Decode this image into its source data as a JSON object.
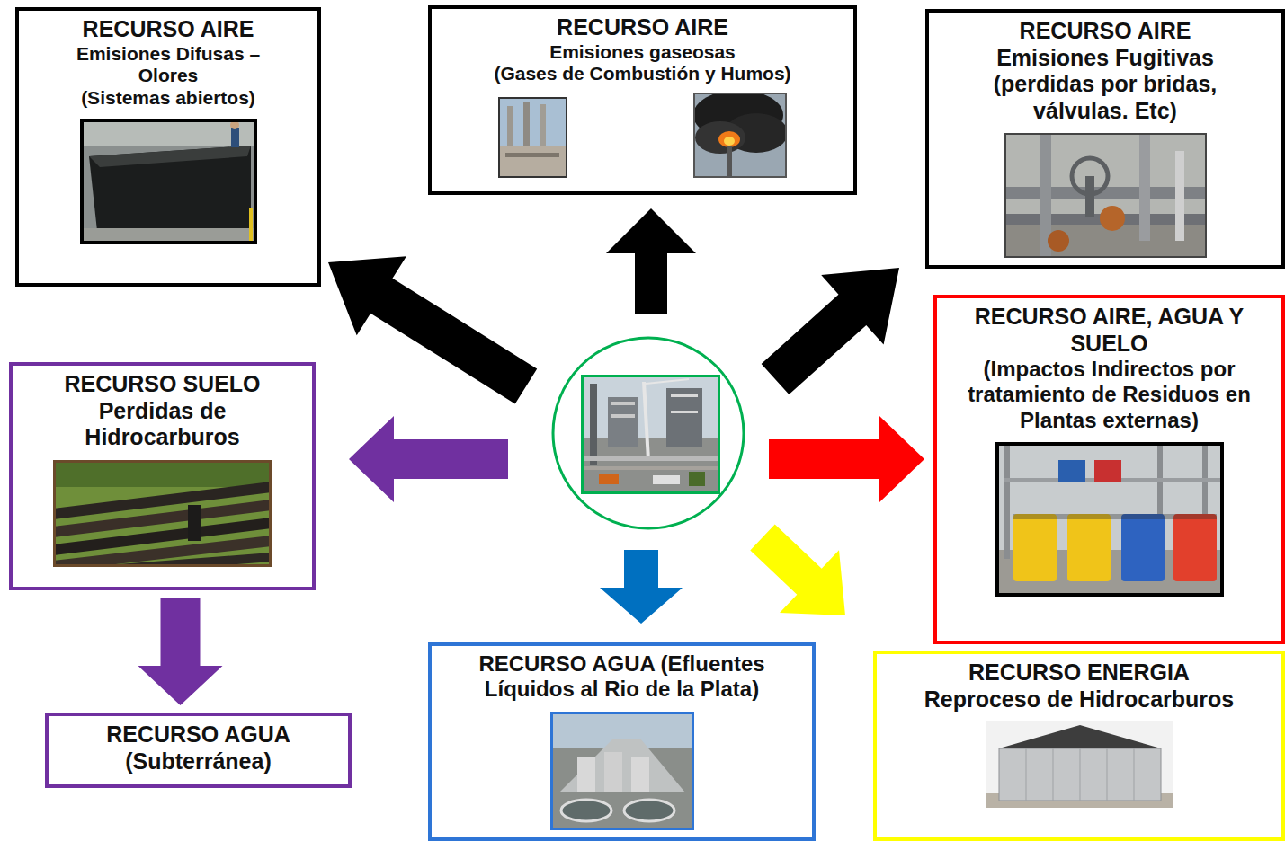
{
  "diagram": {
    "nodes": [
      {
        "text": [
          "RECURSO AIRE",
          "Emisiones Difusas – Olores",
          "(Sistemas abiertos)"
        ]
      },
      {
        "text": [
          "RECURSO AIRE",
          "Emisiones gaseosas",
          "(Gases de Combustión y Humos)"
        ]
      },
      {
        "text": [
          "RECURSO AIRE",
          "Emisiones Fugitivas",
          "(perdidas por bridas, válvulas. Etc)"
        ]
      },
      {
        "text": [
          "RECURSO SUELO",
          "Perdidas de Hidrocarburos"
        ]
      },
      {
        "text": [
          "RECURSO AIRE, AGUA Y SUELO",
          "(Impactos Indirectos por tratamiento de Residuos en Plantas externas)"
        ]
      },
      {
        "text": [
          "RECURSO AGUA",
          "(Subterránea)"
        ]
      },
      {
        "text": [
          "RECURSO AGUA (Efluentes Líquidos al Rio de la Plata)"
        ]
      },
      {
        "text": [
          "RECURSO ENERGIA",
          "Reproceso de Hidrocarburos"
        ]
      }
    ],
    "edges": [
      {
        "from": 3,
        "to": 5,
        "arrow": "to"
      }
    ]
  }
}
